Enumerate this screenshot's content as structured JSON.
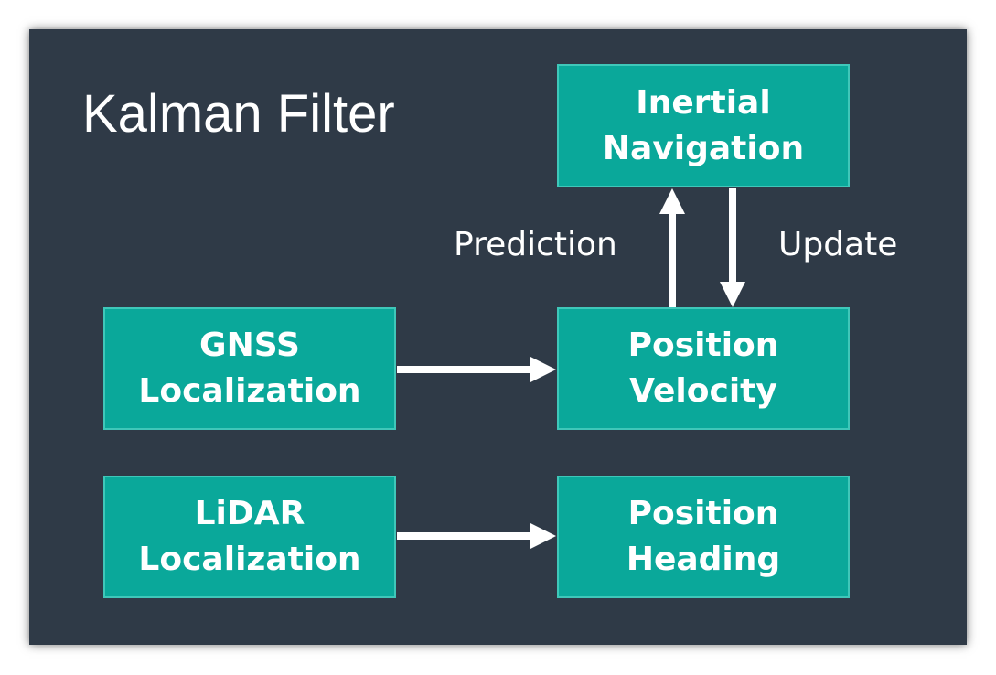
{
  "title": "Kalman Filter",
  "nodes": {
    "inertial": [
      "Inertial",
      "Navigation"
    ],
    "pos_vel": [
      "Position",
      "Velocity"
    ],
    "gnss": [
      "GNSS",
      "Localization"
    ],
    "lidar": [
      "LiDAR",
      "Localization"
    ],
    "pos_head": [
      "Position",
      "Heading"
    ]
  },
  "edges": {
    "prediction": "Prediction",
    "update": "Update"
  },
  "colors": {
    "background": "#2f3a47",
    "box_fill": "#0aa89a",
    "box_border": "#3fc7b9",
    "text": "#ffffff",
    "arrow": "#ffffff"
  }
}
